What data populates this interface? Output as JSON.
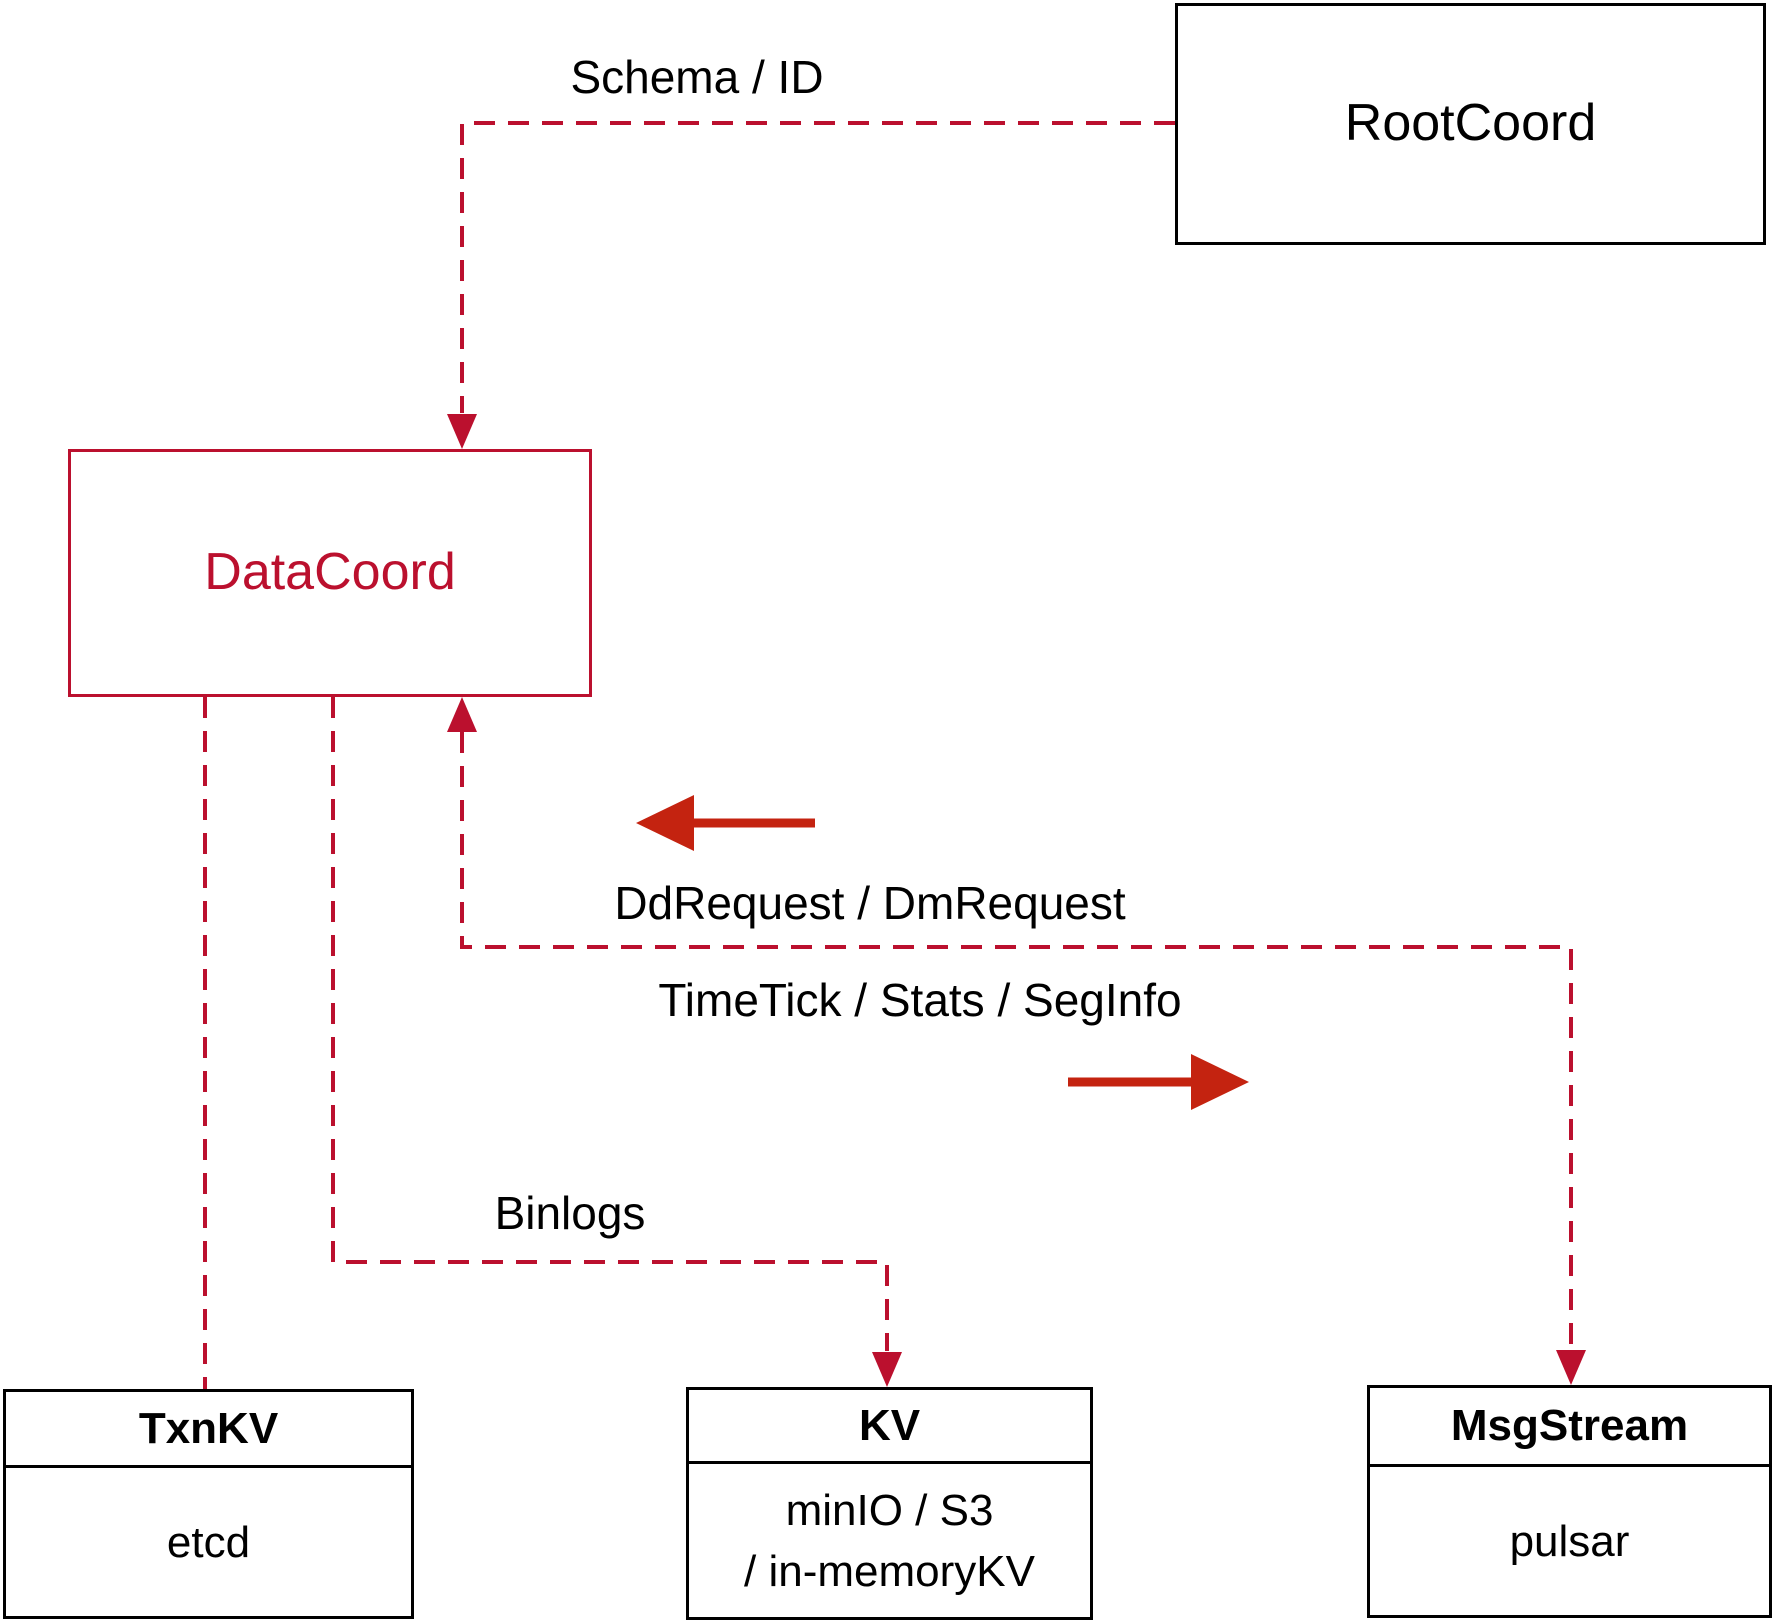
{
  "diagram": {
    "nodes": {
      "rootcoord": {
        "label": "RootCoord"
      },
      "datacoord": {
        "label": "DataCoord"
      },
      "txnkv": {
        "title": "TxnKV",
        "body": "etcd"
      },
      "kv": {
        "title": "KV",
        "body_line1": "minIO / S3",
        "body_line2": "/ in-memoryKV"
      },
      "msgstream": {
        "title": "MsgStream",
        "body": "pulsar"
      }
    },
    "edge_labels": {
      "schema_id": "Schema / ID",
      "dd_dm_request": "DdRequest / DmRequest",
      "timetick_stats_seginfo": "TimeTick / Stats / SegInfo",
      "binlogs": "Binlogs"
    },
    "colors": {
      "dashed_line": "#bb102e",
      "solid_arrow": "#c42310",
      "node_border": "#000000"
    }
  }
}
